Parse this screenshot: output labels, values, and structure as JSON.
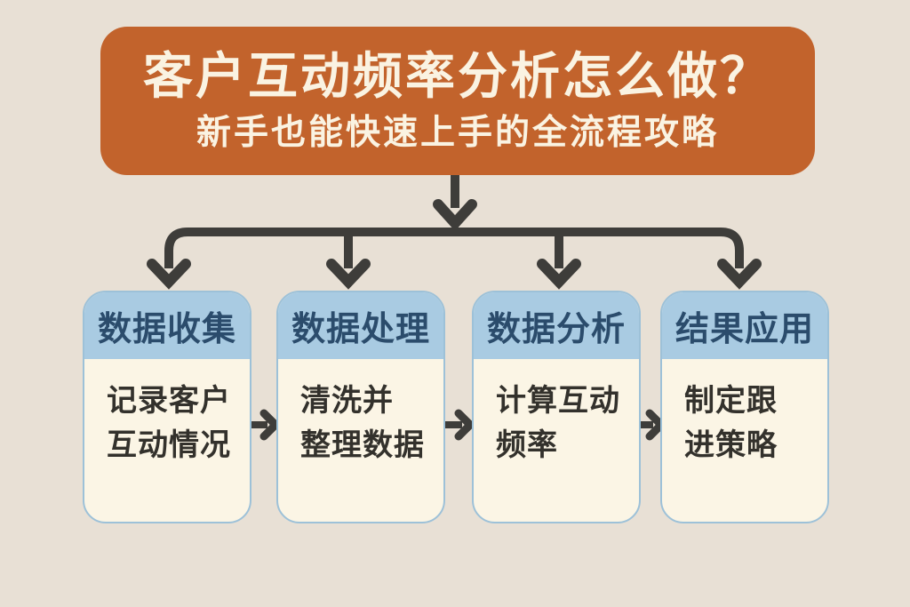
{
  "poster": {
    "title": "客户互动频率分析怎么做？",
    "subtitle": "新手也能快速上手的全流程攻略"
  },
  "flow": {
    "steps": [
      {
        "title": "数据收集",
        "line1": "记录客户",
        "line2": "互动情况"
      },
      {
        "title": "数据处理",
        "line1": "清洗并",
        "line2": "整理数据"
      },
      {
        "title": "数据分析",
        "line1": "计算互动",
        "line2": "频率"
      },
      {
        "title": "结果应用",
        "line1": "制定跟",
        "line2": "进策略"
      }
    ]
  },
  "colors": {
    "background": "#e8e0d5",
    "header_bg": "#c2632c",
    "header_text": "#faf3e2",
    "card_header_bg": "#a9cbe2",
    "card_header_text": "#2b4c6c",
    "card_body_bg": "#fbf5e5",
    "card_body_text": "#33312c",
    "card_border": "#9dc1d8",
    "arrow": "#3e3d3a"
  }
}
